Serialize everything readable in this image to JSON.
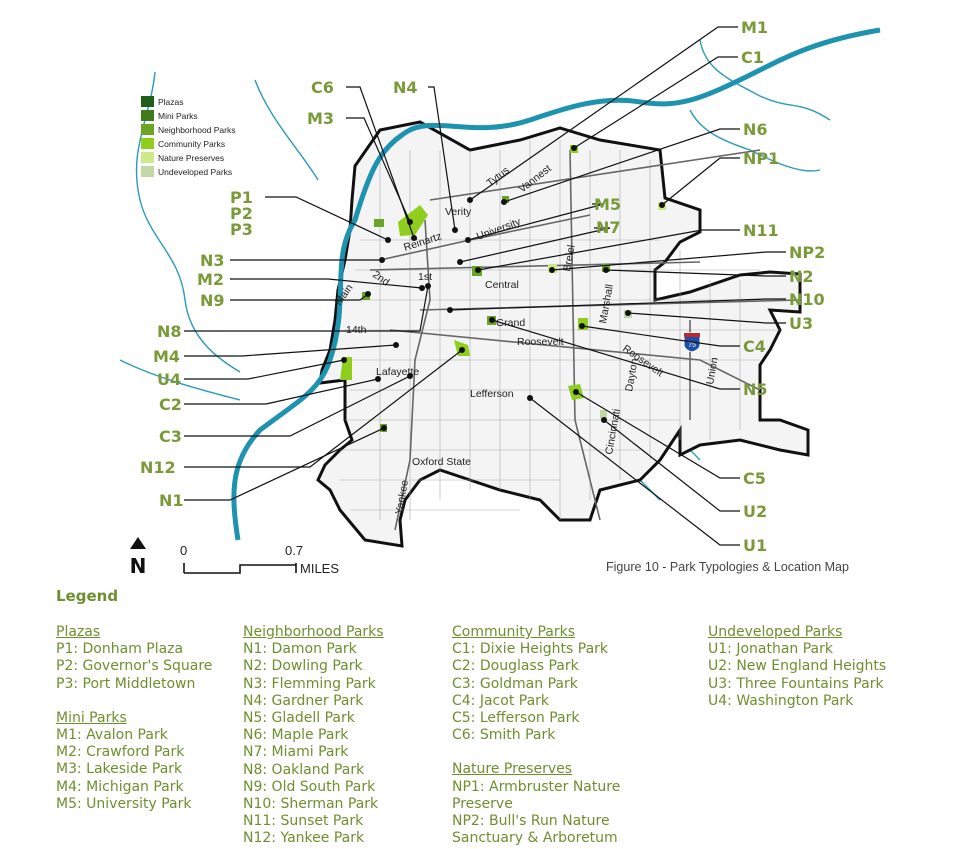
{
  "figure_caption": "Figure 10 - Park Typologies & Location Map",
  "map_legend": [
    {
      "label": "Plazas",
      "color": "#1f5d1a"
    },
    {
      "label": "Mini Parks",
      "color": "#3f7a1e"
    },
    {
      "label": "Neighborhood Parks",
      "color": "#6aa526"
    },
    {
      "label": "Community Parks",
      "color": "#8fce1d"
    },
    {
      "label": "Nature Preserves",
      "color": "#cdea8a"
    },
    {
      "label": "Undeveloped Parks",
      "color": "#bfd8a6"
    }
  ],
  "scale": {
    "zero": "0",
    "distance": "0.7",
    "unit": "MILES"
  },
  "north": "N",
  "interstate": "75",
  "streets": [
    "Tytus",
    "Vannest",
    "Verity",
    "University",
    "Reinartz",
    "2nd",
    "1st",
    "Main",
    "Central",
    "Breiel",
    "Grand",
    "Marshall",
    "14th",
    "Roosevelt",
    "Lafayette",
    "Lefferson",
    "Dayton",
    "Cincinnati",
    "Union",
    "Oxford State",
    "Yankee"
  ],
  "callouts": {
    "left": [
      "C6",
      "M3",
      "N4",
      "P1",
      "P2",
      "P3",
      "N3",
      "M2",
      "N9",
      "N8",
      "M4",
      "U4",
      "C2",
      "C3",
      "N12",
      "N1"
    ],
    "right": [
      "M1",
      "C1",
      "N6",
      "NP1",
      "M5",
      "N7",
      "N11",
      "NP2",
      "N2",
      "N10",
      "U3",
      "C4",
      "N5",
      "C5",
      "U2",
      "U1"
    ]
  },
  "legend": {
    "title": "Legend",
    "groups": [
      {
        "heading": "Plazas",
        "items": [
          "P1: Donham Plaza",
          "P2: Governor's Square",
          "P3: Port Middletown"
        ]
      },
      {
        "heading": "Mini Parks",
        "items": [
          "M1: Avalon Park",
          "M2: Crawford Park",
          "M3: Lakeside Park",
          "M4: Michigan Park",
          "M5: University Park"
        ]
      },
      {
        "heading": "Neighborhood Parks",
        "items": [
          "N1: Damon Park",
          "N2: Dowling Park",
          "N3: Flemming Park",
          "N4: Gardner Park",
          "N5: Gladell Park",
          "N6: Maple Park",
          "N7: Miami Park",
          "N8: Oakland Park",
          "N9: Old South Park",
          "N10: Sherman Park",
          "N11: Sunset Park",
          "N12: Yankee Park"
        ]
      },
      {
        "heading": "Community Parks",
        "items": [
          "C1: Dixie Heights Park",
          "C2: Douglass Park",
          "C3: Goldman Park",
          "C4: Jacot Park",
          "C5: Lefferson Park",
          "C6: Smith Park"
        ]
      },
      {
        "heading": "Nature Preserves",
        "items": [
          "NP1: Armbruster Nature",
          "Preserve",
          "NP2: Bull's Run Nature",
          "Sanctuary & Arboretum"
        ]
      },
      {
        "heading": "Undeveloped Parks",
        "items": [
          "U1: Jonathan Park",
          "U2: New England Heights",
          "U3: Three Fountains Park",
          "U4: Washington Park"
        ]
      }
    ]
  }
}
